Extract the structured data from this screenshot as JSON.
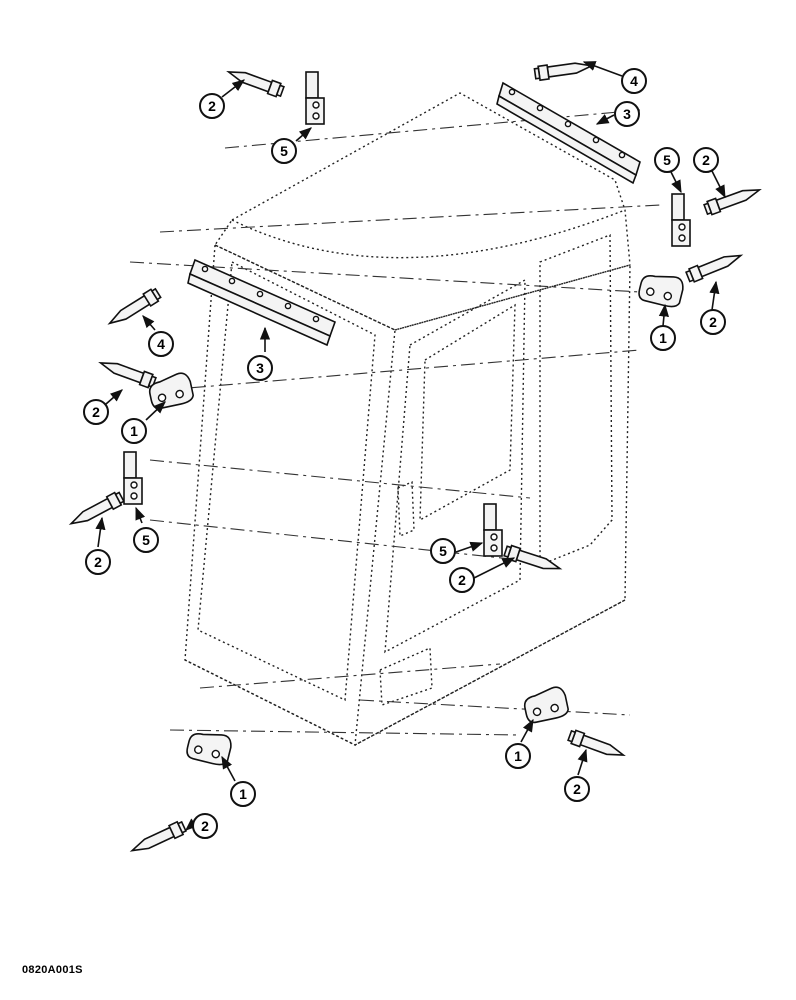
{
  "figure_code": "0820A001S",
  "callouts": {
    "c1": "1",
    "c2": "1",
    "c3": "1",
    "c4": "1",
    "p1": "2",
    "p2": "2",
    "p3": "2",
    "p4": "2",
    "p5": "2",
    "p6": "2",
    "p7": "2",
    "p8": "2",
    "r1": "3",
    "r2": "3",
    "b1": "4",
    "b2": "4",
    "k1": "5",
    "k2": "5",
    "k3": "5",
    "k4": "5"
  }
}
